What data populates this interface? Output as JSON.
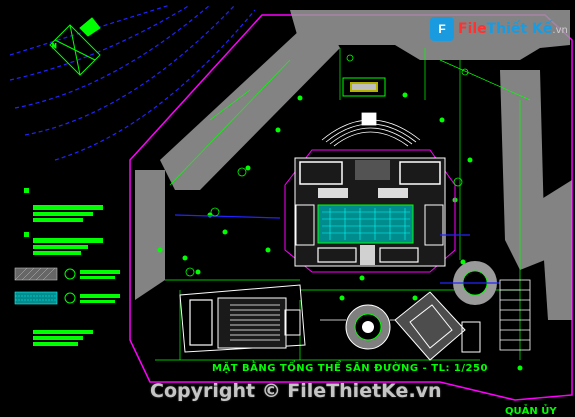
{
  "logo": {
    "mark": "F",
    "brand_main": "File",
    "brand_accent": "Thiết Kế",
    "brand_suffix": ".vn"
  },
  "drawing": {
    "title": "MẶT BẰNG TỔNG THỂ SÂN ĐƯỜNG - TL: 1/250",
    "corner_label": "QUẢN ỦY"
  },
  "watermark": "Copyright © FileThietKe.vn",
  "colors": {
    "background": "#000000",
    "boundary": "#ff00ff",
    "lines": "#00ff00",
    "structure": "#ffffff",
    "road": "#bfbfbf",
    "water": "#00ffff",
    "accent_blue": "#1a9be0",
    "contour": "#2323ff",
    "yellow": "#ffff00"
  },
  "icons": {
    "north": "north-arrow-icon",
    "logo": "filethietke-logo-icon"
  }
}
